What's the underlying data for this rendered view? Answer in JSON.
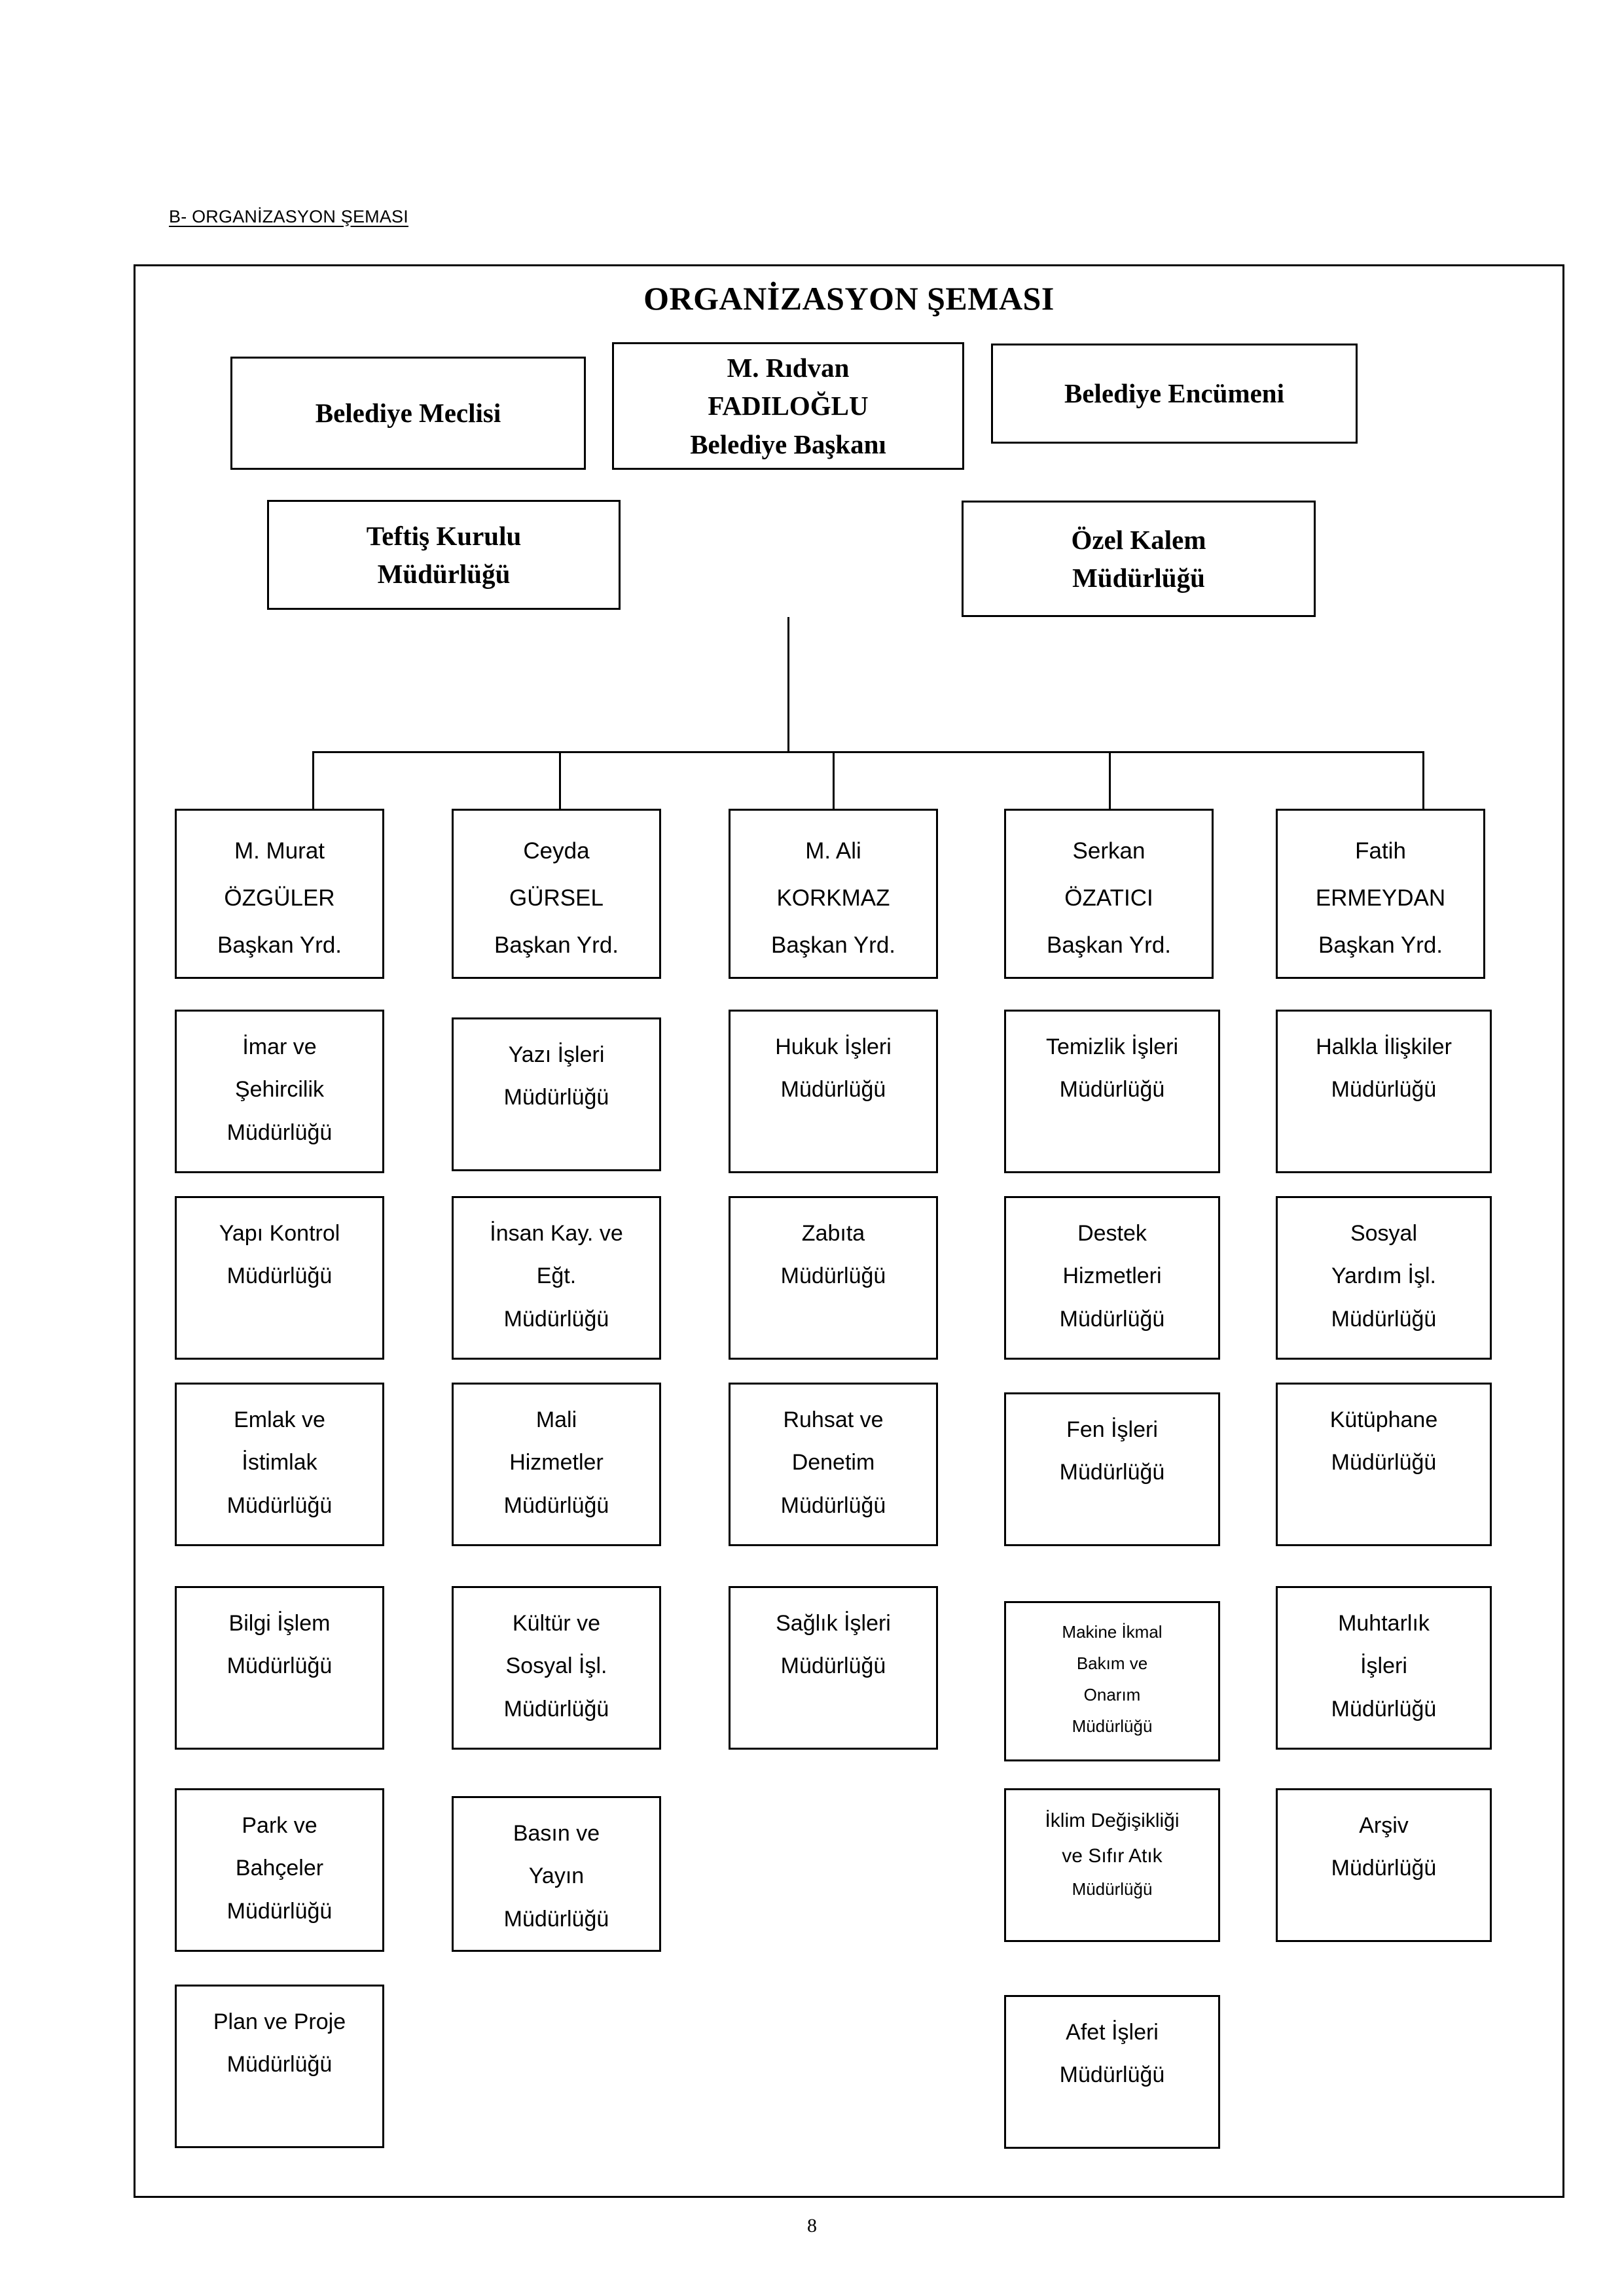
{
  "document": {
    "section_header": "B- ORGANİZASYON ŞEMASI",
    "chart_title": "ORGANİZASYON ŞEMASI",
    "page_number": "8"
  },
  "chart_data": {
    "type": "diagram",
    "title": "ORGANİZASYON ŞEMASI",
    "top_level": [
      {
        "name": "council-box",
        "lines": [
          "Belediye Meclisi"
        ]
      },
      {
        "name": "mayor-box",
        "lines": [
          "M. Rıdvan",
          "FADILOĞLU",
          "Belediye Başkanı"
        ]
      },
      {
        "name": "committee-box",
        "lines": [
          "Belediye Encümeni"
        ]
      }
    ],
    "staff_level": [
      {
        "name": "inspection-board-box",
        "lines": [
          "Teftiş Kurulu",
          "Müdürlüğü"
        ]
      },
      {
        "name": "private-secretariat-box",
        "lines": [
          "Özel Kalem",
          "Müdürlüğü"
        ]
      }
    ],
    "columns": [
      {
        "deputy": {
          "lines": [
            "M. Murat",
            "ÖZGÜLER",
            "Başkan Yrd."
          ]
        },
        "departments": [
          {
            "lines": [
              "İmar ve",
              "Şehircilik",
              "Müdürlüğü"
            ]
          },
          {
            "lines": [
              "Yapı Kontrol",
              "Müdürlüğü"
            ]
          },
          {
            "lines": [
              "Emlak ve",
              "İstimlak",
              "Müdürlüğü"
            ]
          },
          {
            "lines": [
              "Bilgi İşlem",
              "Müdürlüğü"
            ]
          },
          {
            "lines": [
              "Park ve",
              "Bahçeler",
              "Müdürlüğü"
            ]
          },
          {
            "lines": [
              "Plan ve Proje",
              "Müdürlüğü"
            ]
          }
        ]
      },
      {
        "deputy": {
          "lines": [
            "Ceyda",
            "GÜRSEL",
            "Başkan Yrd."
          ]
        },
        "departments": [
          {
            "lines": [
              "Yazı İşleri",
              "Müdürlüğü"
            ]
          },
          {
            "lines": [
              "İnsan Kay. ve",
              "Eğt.",
              "Müdürlüğü"
            ]
          },
          {
            "lines": [
              "Mali",
              "Hizmetler",
              "Müdürlüğü"
            ]
          },
          {
            "lines": [
              "Kültür ve",
              "Sosyal İşl.",
              "Müdürlüğü"
            ]
          },
          {
            "lines": [
              "Basın ve",
              "Yayın",
              "Müdürlüğü"
            ]
          }
        ]
      },
      {
        "deputy": {
          "lines": [
            "M. Ali",
            "KORKMAZ",
            "Başkan Yrd."
          ]
        },
        "departments": [
          {
            "lines": [
              "Hukuk İşleri",
              "Müdürlüğü"
            ]
          },
          {
            "lines": [
              "Zabıta",
              "Müdürlüğü"
            ]
          },
          {
            "lines": [
              "Ruhsat ve",
              "Denetim",
              "Müdürlüğü"
            ]
          },
          {
            "lines": [
              "Sağlık İşleri",
              "Müdürlüğü"
            ]
          }
        ]
      },
      {
        "deputy": {
          "lines": [
            "Serkan",
            "ÖZATICI",
            "Başkan Yrd."
          ]
        },
        "departments": [
          {
            "lines": [
              "Temizlik İşleri",
              "Müdürlüğü"
            ]
          },
          {
            "lines": [
              "Destek",
              "Hizmetleri",
              "Müdürlüğü"
            ]
          },
          {
            "lines": [
              "Fen İşleri",
              "Müdürlüğü"
            ]
          },
          {
            "lines": [
              "Makine İkmal",
              "Bakım ve",
              "Onarım",
              "Müdürlüğü"
            ]
          },
          {
            "lines": [
              "İklim Değişikliği",
              "ve Sıfır Atık",
              "Müdürlüğü"
            ]
          },
          {
            "lines": [
              "Afet İşleri",
              "Müdürlüğü"
            ]
          }
        ]
      },
      {
        "deputy": {
          "lines": [
            "Fatih",
            "ERMEYDAN",
            "Başkan Yrd."
          ]
        },
        "departments": [
          {
            "lines": [
              "Halkla İlişkiler",
              "Müdürlüğü"
            ]
          },
          {
            "lines": [
              "Sosyal",
              "Yardım İşl.",
              "Müdürlüğü"
            ]
          },
          {
            "lines": [
              "Kütüphane",
              "Müdürlüğü"
            ]
          },
          {
            "lines": [
              "Muhtarlık",
              "İşleri",
              "Müdürlüğü"
            ]
          },
          {
            "lines": [
              "Arşiv",
              "Müdürlüğü"
            ]
          }
        ]
      }
    ]
  }
}
